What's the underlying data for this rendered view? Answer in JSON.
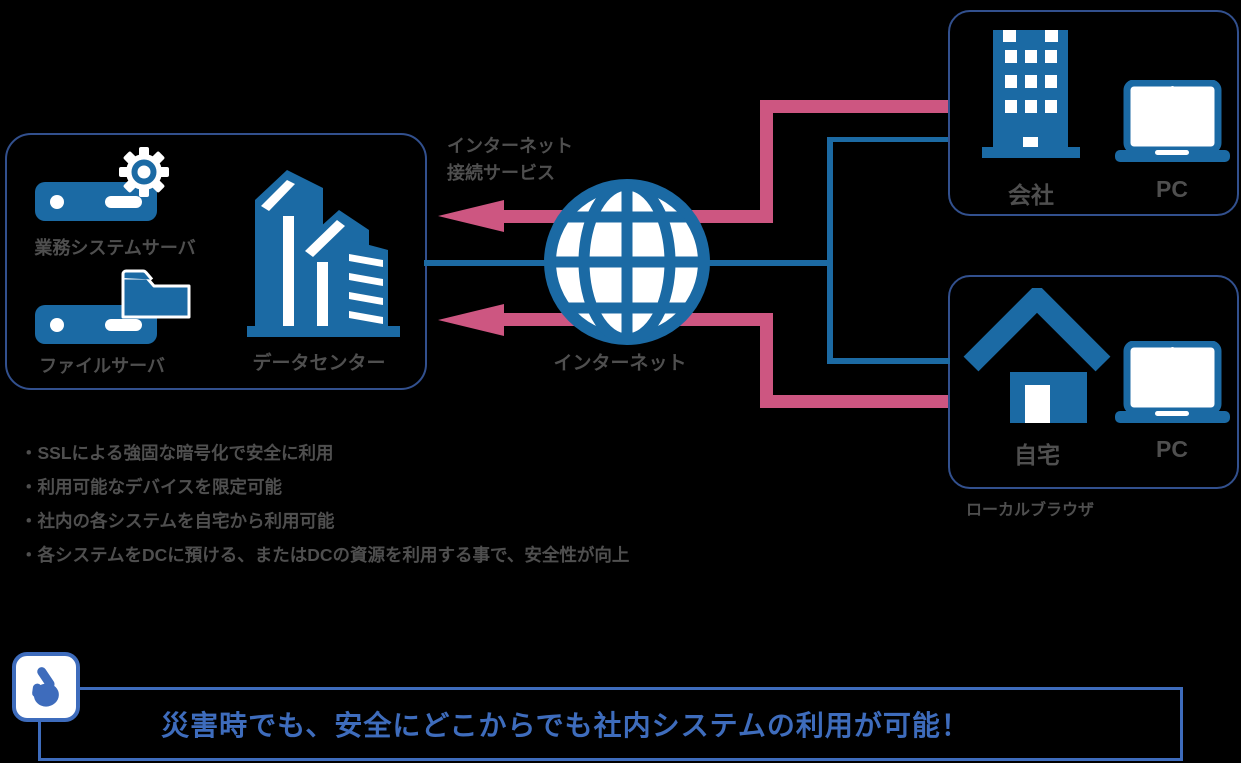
{
  "colors": {
    "icon_blue": "#1b6aa4",
    "line_blue": "#1c6aa3",
    "arrow_pink": "#cd5681",
    "box_border_navy": "#32508e",
    "banner_blue": "#3e6cbc",
    "label_gray": "#4f4f4f"
  },
  "datacenter_group": {
    "server_app_label": "業務システムサーバ",
    "server_file_label": "ファイルサーバ",
    "datacenter_label": "データセンター"
  },
  "internet": {
    "service_line1": "インターネット",
    "service_line2": "接続サービス",
    "globe_label": "インターネット"
  },
  "office": {
    "building_label": "会社",
    "pc_label": "PC"
  },
  "home": {
    "house_label": "自宅",
    "pc_label": "PC",
    "caption": "ローカルブラウザ"
  },
  "benefits": [
    "・SSLによる強固な暗号化で安全に利用",
    "・利用可能なデバイスを限定可能",
    "・社内の各システムを自宅から利用可能",
    "・各システムをDCに預ける、またはDCの資源を利用する事で、安全性が向上"
  ],
  "banner": {
    "message": "災害時でも、安全にどこからでも社内システムの利用が可能！"
  }
}
